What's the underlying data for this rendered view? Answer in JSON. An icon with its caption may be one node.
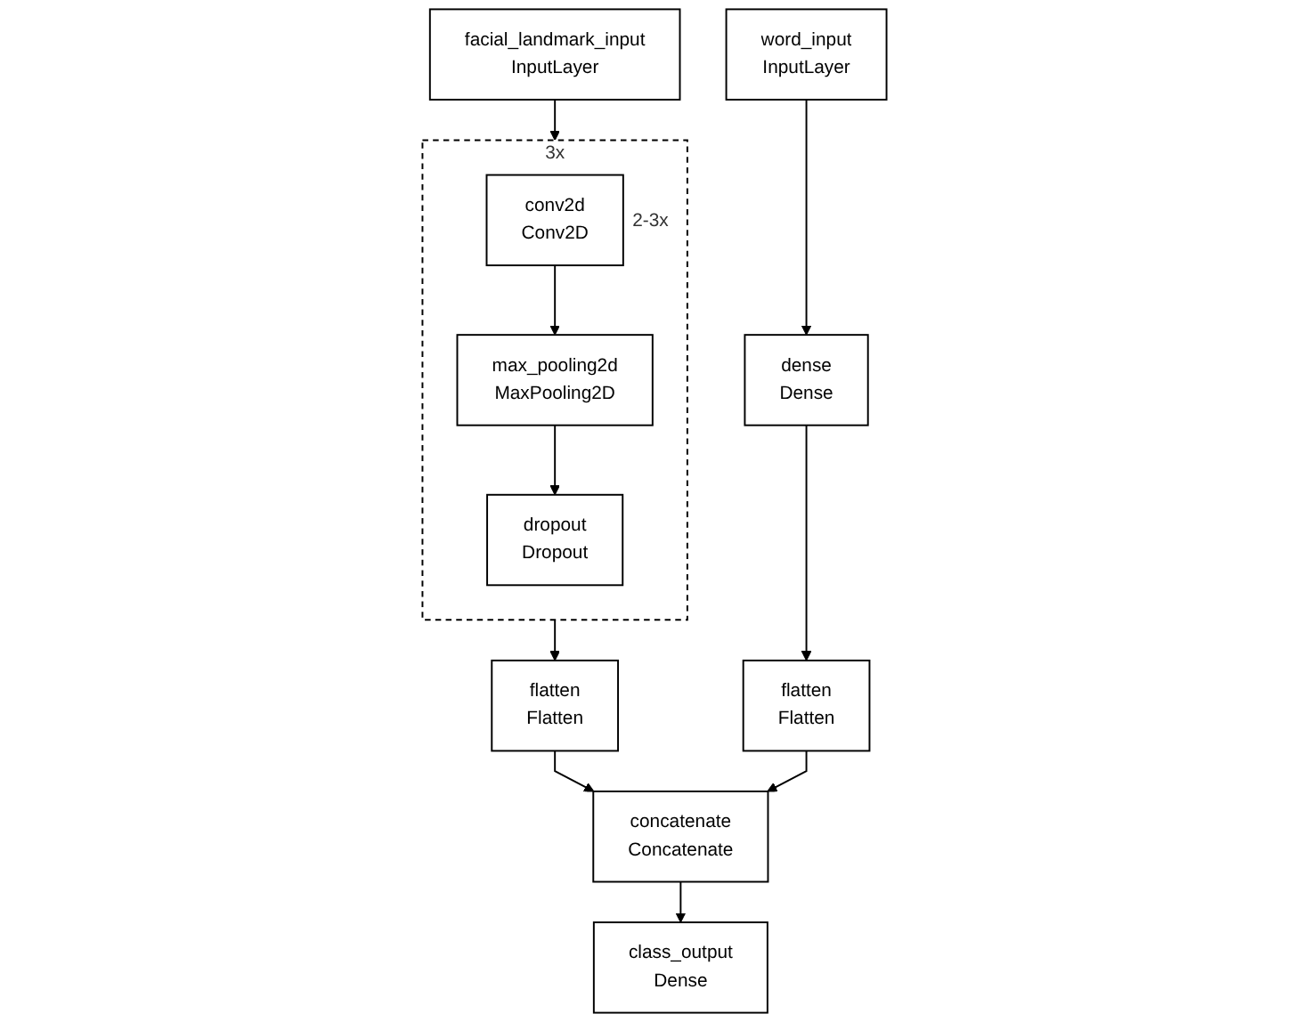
{
  "diagram": {
    "nodes": [
      {
        "text": [
          "facial_landmark_input",
          "InputLayer"
        ]
      },
      {
        "text": [
          "3x"
        ]
      },
      {
        "text": [
          "conv2d",
          "Conv2D"
        ],
        "in": 1,
        "beside": [
          "2-3x"
        ]
      },
      {
        "text": [
          "max_pooling2d",
          "MaxPooling2D"
        ],
        "in": 1
      },
      {
        "text": [
          "dropout",
          "Dropout"
        ],
        "in": 1
      },
      {
        "text": [
          "word_input",
          "InputLayer"
        ]
      },
      {
        "text": [
          "dense",
          "Dense"
        ]
      },
      {
        "text": [
          "flatten",
          "Flatten"
        ]
      },
      {
        "text": [
          "flatten",
          "Flatten"
        ]
      },
      {
        "text": [
          "concatenate",
          "Concatenate"
        ]
      },
      {
        "text": [
          "class_output",
          "Dense"
        ]
      }
    ],
    "edges": [
      {
        "from": 0,
        "to": 1,
        "arrow": "to"
      },
      {
        "from": 2,
        "to": 3,
        "arrow": "to"
      },
      {
        "from": 3,
        "to": 4,
        "arrow": "to"
      },
      {
        "from": 1,
        "to": 7,
        "arrow": "to"
      },
      {
        "from": 5,
        "to": 6,
        "arrow": "to"
      },
      {
        "from": 6,
        "to": 8,
        "arrow": "to"
      },
      {
        "from": 7,
        "to": 9,
        "arrow": "to"
      },
      {
        "from": 8,
        "to": 9,
        "arrow": "to"
      },
      {
        "from": 9,
        "to": 10,
        "arrow": "to"
      }
    ]
  }
}
